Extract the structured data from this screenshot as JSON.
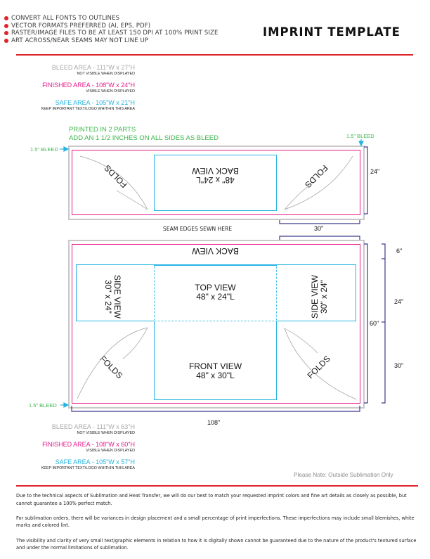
{
  "header": {
    "title": "IMPRINT TEMPLATE",
    "bullets": [
      "CONVERT ALL FONTS TO OUTLINES",
      "VECTOR FORMATS PREFERRED (AI, EPS, PDF)",
      "RASTER/IMAGE FILES TO BE AT LEAST 150 DPI AT 100% PRINT SIZE",
      "ART ACROSS/NEAR SEAMS MAY NOT LINE UP"
    ]
  },
  "colors": {
    "accent_red": "#e0232b",
    "bleed_gray": "#a7a9ac",
    "finished_magenta": "#e6198b",
    "safe_cyan": "#25b4e3",
    "note_green": "#3cb64a",
    "dimension_navy": "#3b3a8c"
  },
  "legend_top": {
    "bleed": {
      "label": "BLEED AREA - 111\"W x 27\"H",
      "sub": "NOT VISIBLE WHEN DISPLAYED"
    },
    "finished": {
      "label": "FINISHED AREA - 108\"W x 24\"H",
      "sub": "VISIBLE WHEN DISPLAYED"
    },
    "safe": {
      "label": "SAFE AREA - 105\"W x 21\"H",
      "sub": "KEEP IMPORTANT TEXT/LOGO WHITHIN THIS AREA"
    }
  },
  "print_note": {
    "line1": "PRINTED IN 2 PARTS",
    "line2": "ADD AN 1 1/2 INCHES ON ALL SIDES AS BLEED"
  },
  "top_piece": {
    "bleed_left_label": "1.5\" BLEED",
    "bleed_right_label": "1.5\" BLEED",
    "back_view_title": "BACK VIEW",
    "back_view_size": "48\" x 24\"L",
    "fold_left": "FOLDS",
    "fold_right": "FOLDS",
    "height_dim": "24\"",
    "width_dim_right": "30\""
  },
  "seam_label": "SEAM EDGES SEWN HERE",
  "bottom_piece": {
    "back_view_label": "BACK VIEW",
    "side_left_title": "SIDE VIEW",
    "side_left_size": "30\" x 24\"",
    "top_view_title": "TOP VIEW",
    "top_view_size": "48\" x 24\"L",
    "side_right_title": "SIDE VIEW",
    "side_right_size": "30\" x 24\"",
    "front_view_title": "FRONT VIEW",
    "front_view_size": "48\" x 30\"L",
    "fold_left": "FOLDS",
    "fold_right": "FOLDS",
    "bleed_label": "1.5\" BLEED",
    "height_dim": "60\"",
    "seg_dims": [
      "6\"",
      "24\"",
      "30\""
    ],
    "width_dim": "108\""
  },
  "legend_bottom": {
    "bleed": {
      "label": "BLEED AREA - 111\"W x 63\"H",
      "sub": "NOT VISIBLE WHEN DISPLAYED"
    },
    "finished": {
      "label": "FINISHED AREA - 108\"W x 60\"H",
      "sub": "VISIBLE WHEN DISPLAYED"
    },
    "safe": {
      "label": "SAFE AREA - 105\"W x 57\"H",
      "sub": "KEEP IMPORTANT TEXT/LOGO WHITHIN THIS AREA"
    }
  },
  "please_note": "Please Note: Outside Sublimation Only",
  "disclaimer": [
    "Due to the technical aspects of Sublimation and Heat Transfer, we will do our best to match your requested imprint colors and fine art details as closely as possible, but cannot guarantee a 100% perfect match.",
    "For sublimation orders, there will be variances in design placement and a small percentage of print imperfections. These imperfections may include small blemishes, white marks and colored lint.",
    "The visibility and clarity of very small text/graphic elements in relation to how it is digitally shown cannot be guaranteed due to the nature of the product's textured surface and under the normal limitations of sublimation."
  ]
}
